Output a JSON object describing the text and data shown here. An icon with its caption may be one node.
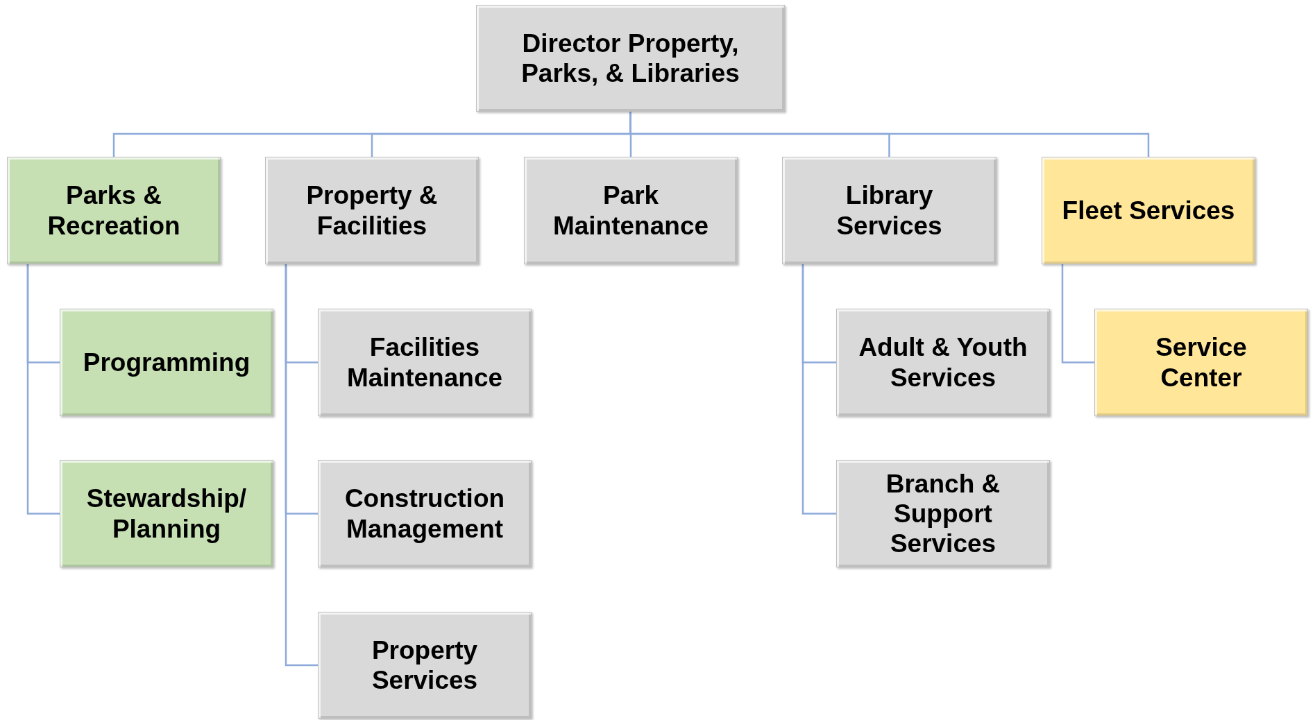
{
  "diagram": {
    "nodes": [
      {
        "text": [
          "Director Property, Parks, & Libraries"
        ]
      },
      {
        "text": [
          "Parks & Recreation"
        ]
      },
      {
        "text": [
          "Programming"
        ]
      },
      {
        "text": [
          "Stewardship/ Planning"
        ]
      },
      {
        "text": [
          "Property & Facilities"
        ]
      },
      {
        "text": [
          "Facilities Maintenance"
        ]
      },
      {
        "text": [
          "Construction Management"
        ]
      },
      {
        "text": [
          "Property Services"
        ]
      },
      {
        "text": [
          "Park Maintenance"
        ]
      },
      {
        "text": [
          "Library Services"
        ]
      },
      {
        "text": [
          "Adult & Youth Services"
        ]
      },
      {
        "text": [
          "Branch & Support Services"
        ]
      },
      {
        "text": [
          "Fleet Services"
        ]
      },
      {
        "text": [
          "Service Center"
        ]
      }
    ],
    "edges": [
      {
        "from": 0,
        "to": 1,
        "arrow": "none"
      },
      {
        "from": 0,
        "to": 4,
        "arrow": "none"
      },
      {
        "from": 0,
        "to": 8,
        "arrow": "none"
      },
      {
        "from": 0,
        "to": 9,
        "arrow": "none"
      },
      {
        "from": 0,
        "to": 12,
        "arrow": "none"
      },
      {
        "from": 1,
        "to": 2,
        "arrow": "none"
      },
      {
        "from": 1,
        "to": 3,
        "arrow": "none"
      },
      {
        "from": 4,
        "to": 5,
        "arrow": "none"
      },
      {
        "from": 4,
        "to": 6,
        "arrow": "none"
      },
      {
        "from": 4,
        "to": 7,
        "arrow": "none"
      },
      {
        "from": 9,
        "to": 10,
        "arrow": "none"
      },
      {
        "from": 9,
        "to": 11,
        "arrow": "none"
      },
      {
        "from": 12,
        "to": 13,
        "arrow": "none"
      }
    ]
  }
}
